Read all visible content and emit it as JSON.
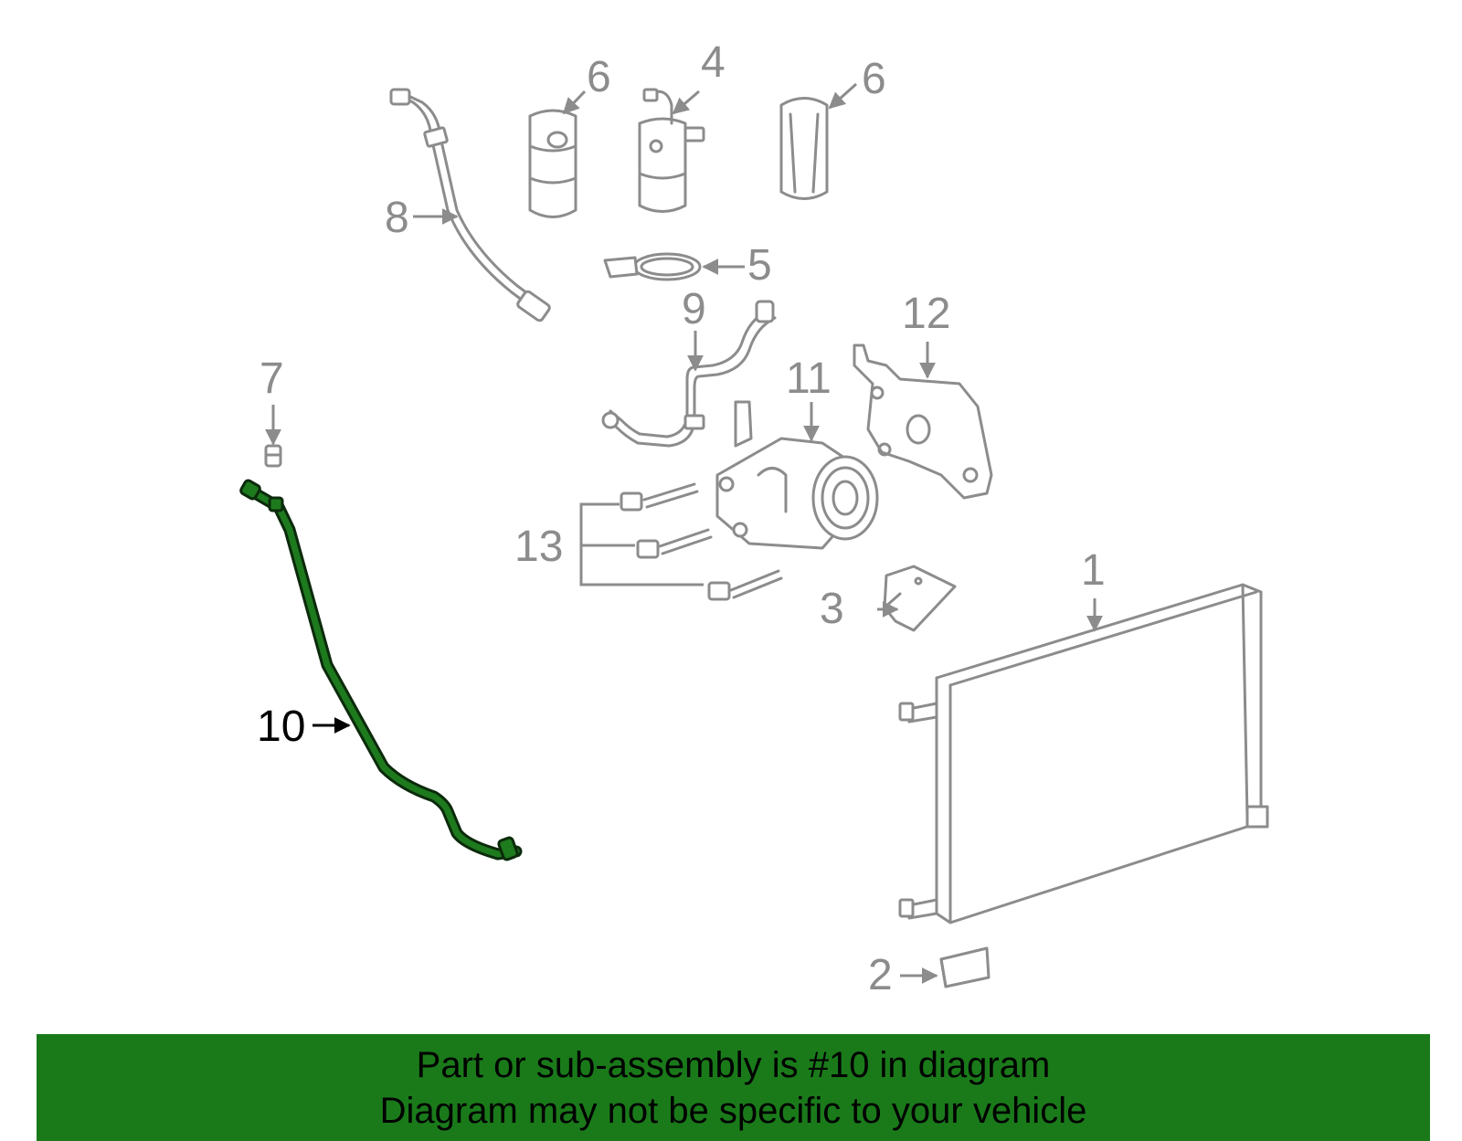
{
  "callouts": {
    "c1": "1",
    "c2": "2",
    "c3": "3",
    "c4": "4",
    "c5": "5",
    "c6a": "6",
    "c6b": "6",
    "c7": "7",
    "c8": "8",
    "c9": "9",
    "c10": "10",
    "c11": "11",
    "c12": "12",
    "c13": "13"
  },
  "highlight": {
    "part_number": "10",
    "color": "#1d7a1d"
  },
  "banner": {
    "line1": "Part or sub-assembly is #10 in diagram",
    "line2": "Diagram may not be specific to your vehicle",
    "background": "#1a7a1a"
  }
}
